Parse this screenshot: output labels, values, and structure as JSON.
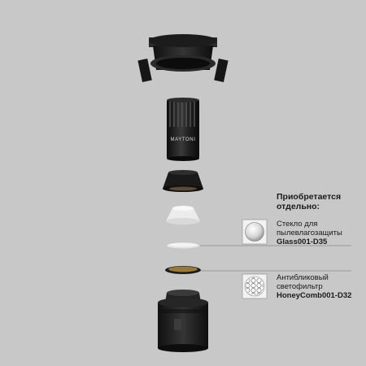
{
  "brand": "MAYTONI",
  "sidebar": {
    "heading_line1": "Приобретается",
    "heading_line2": "отдельно:",
    "glass": {
      "line1": "Стекло для",
      "line2": "пылевлагозащиты",
      "code": "Glass001-D35",
      "icon": "glass-disc-icon"
    },
    "honeycomb": {
      "line1": "Антибликовый",
      "line2": "светофильтр",
      "code": "HoneyComb001-D32",
      "icon": "honeycomb-filter-icon"
    }
  },
  "colors": {
    "background": "#c8c8c8",
    "metal_black": "#1c1c1c",
    "leader_line": "#8a8a8a"
  }
}
